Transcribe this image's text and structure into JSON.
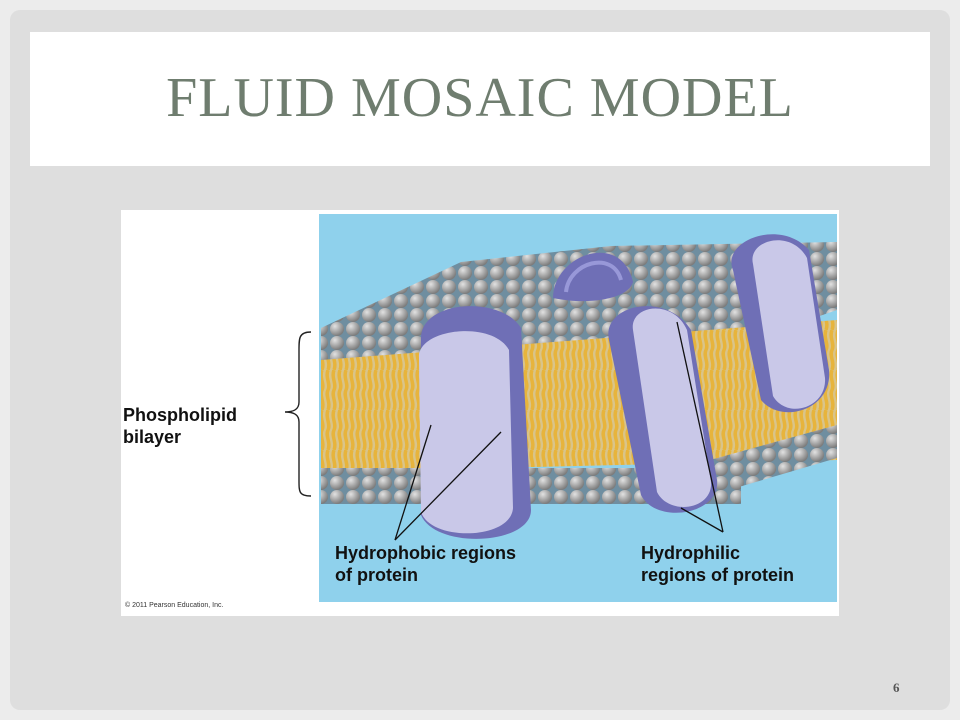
{
  "slide": {
    "title": "FLUID MOSAIC MODEL",
    "page_number": "6"
  },
  "figure": {
    "labels": {
      "phospholipid_line1": "Phospholipid",
      "phospholipid_line2": "bilayer",
      "hydrophobic_line1": "Hydrophobic regions",
      "hydrophobic_line2": "of protein",
      "hydrophilic_line1": "Hydrophilic",
      "hydrophilic_line2": "regions of protein"
    },
    "copyright": "© 2011 Pearson Education, Inc.",
    "colors": {
      "background": "#8fd1ec",
      "lipid_head": "#9a9a9a",
      "lipid_tail": "#e7b43c",
      "protein_face": "#c9c8e8",
      "protein_side": "#6f6fb6"
    }
  }
}
